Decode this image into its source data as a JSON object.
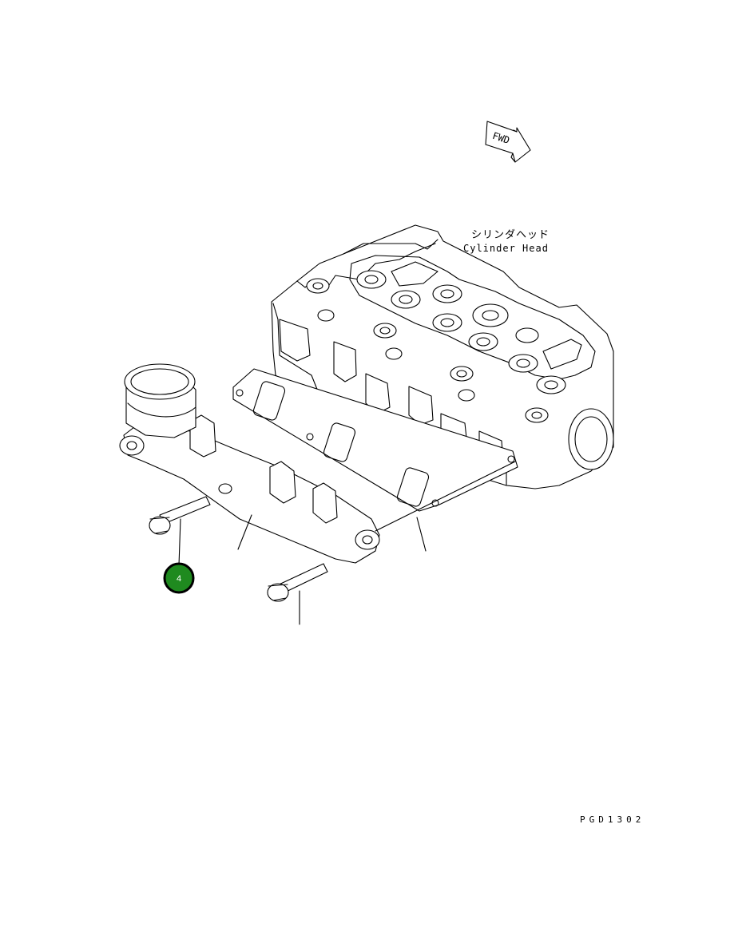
{
  "fwd_arrow": {
    "text": "FWD"
  },
  "cylinder_head": {
    "label_jp": "シリンダヘッド",
    "label_en": "Cylinder Head"
  },
  "callout": {
    "number": "4",
    "color": "#1f8a1f"
  },
  "drawing_code": "PGD1302"
}
